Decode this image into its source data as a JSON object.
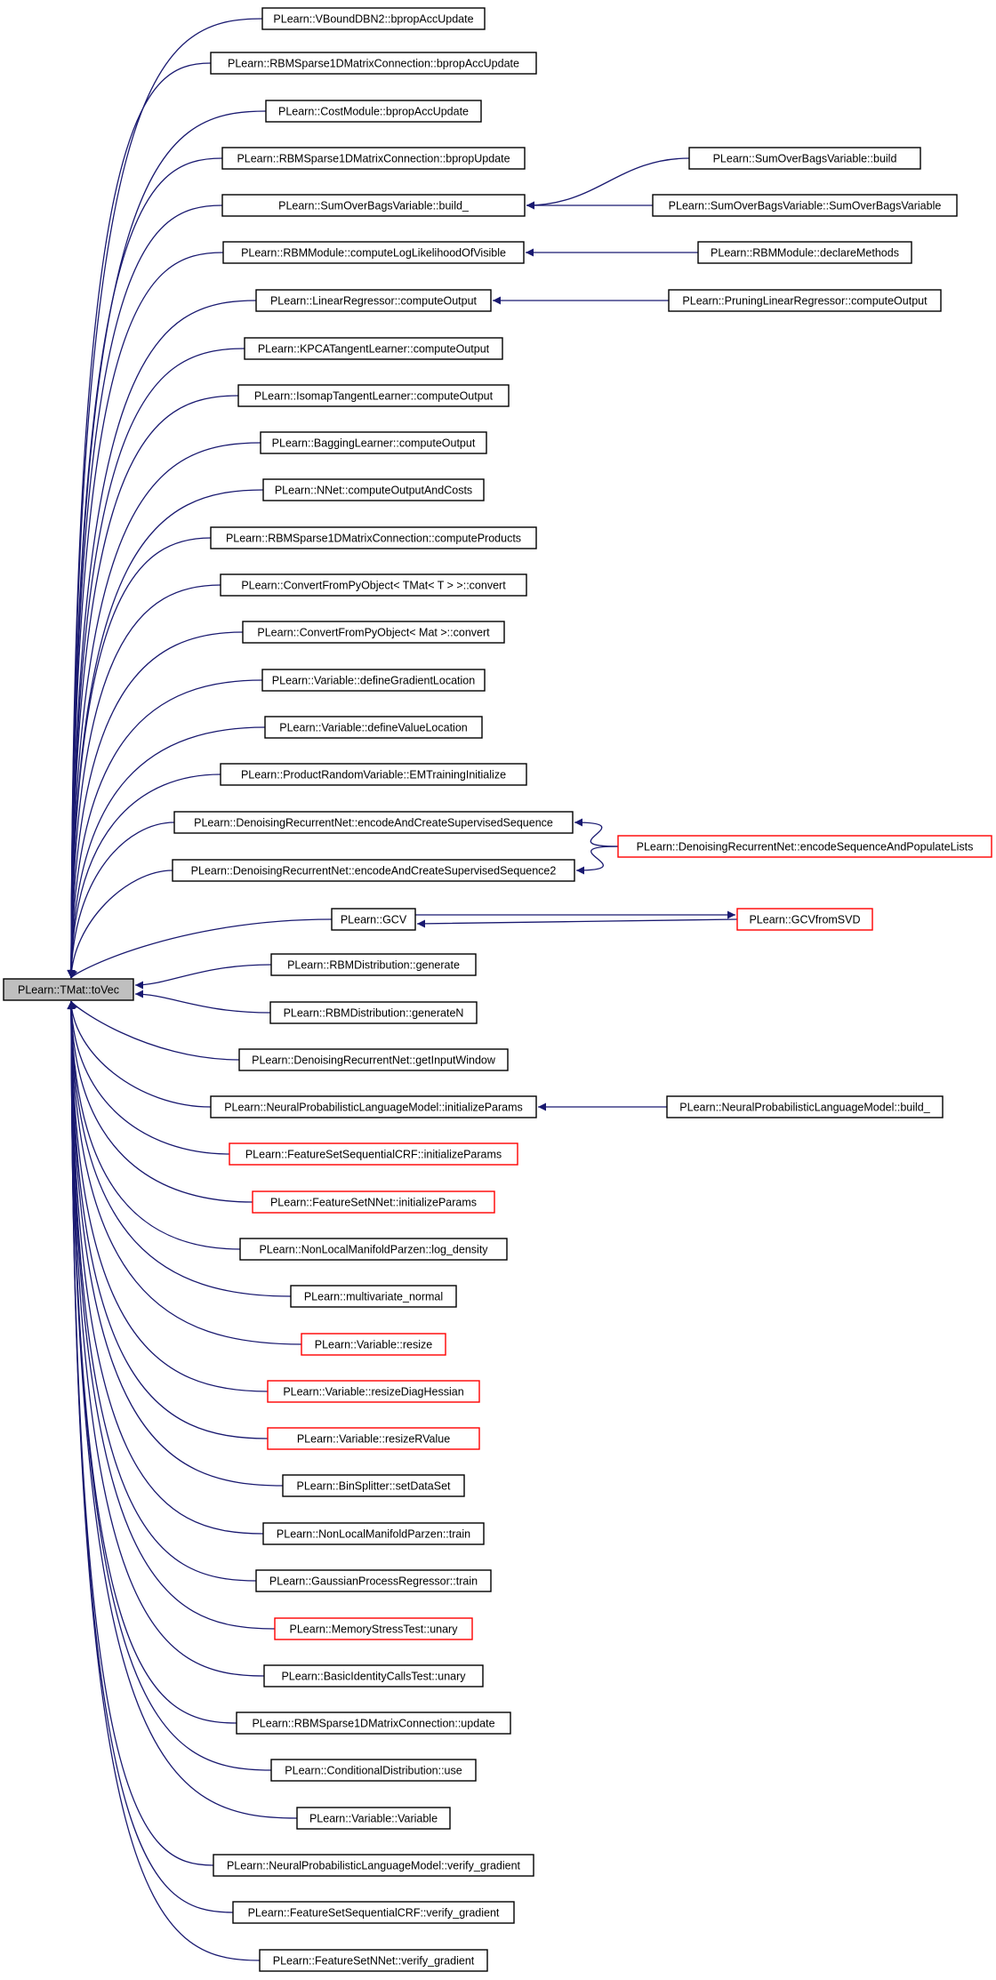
{
  "colors": {
    "edge": "#191970",
    "node_border": "#000000",
    "node_border_undocumented": "#ff0000",
    "root_fill": "#bfbfbf",
    "node_fill": "#ffffff"
  },
  "root": {
    "id": "root",
    "label": "PLearn::TMat::toVec"
  },
  "callers": [
    {
      "id": "c0",
      "label": "PLearn::VBoundDBN2::bpropAccUpdate",
      "red": false
    },
    {
      "id": "c1",
      "label": "PLearn::RBMSparse1DMatrixConnection::bpropAccUpdate",
      "red": false
    },
    {
      "id": "c2",
      "label": "PLearn::CostModule::bpropAccUpdate",
      "red": false
    },
    {
      "id": "c3",
      "label": "PLearn::RBMSparse1DMatrixConnection::bpropUpdate",
      "red": false
    },
    {
      "id": "c4",
      "label": "PLearn::SumOverBagsVariable::build_",
      "red": false
    },
    {
      "id": "c5",
      "label": "PLearn::RBMModule::computeLogLikelihoodOfVisible",
      "red": false
    },
    {
      "id": "c6",
      "label": "PLearn::LinearRegressor::computeOutput",
      "red": false
    },
    {
      "id": "c7",
      "label": "PLearn::KPCATangentLearner::computeOutput",
      "red": false
    },
    {
      "id": "c8",
      "label": "PLearn::IsomapTangentLearner::computeOutput",
      "red": false
    },
    {
      "id": "c9",
      "label": "PLearn::BaggingLearner::computeOutput",
      "red": false
    },
    {
      "id": "c10",
      "label": "PLearn::NNet::computeOutputAndCosts",
      "red": false
    },
    {
      "id": "c11",
      "label": "PLearn::RBMSparse1DMatrixConnection::computeProducts",
      "red": false
    },
    {
      "id": "c12",
      "label": "PLearn::ConvertFromPyObject< TMat< T > >::convert",
      "red": false
    },
    {
      "id": "c13",
      "label": "PLearn::ConvertFromPyObject< Mat >::convert",
      "red": false
    },
    {
      "id": "c14",
      "label": "PLearn::Variable::defineGradientLocation",
      "red": false
    },
    {
      "id": "c15",
      "label": "PLearn::Variable::defineValueLocation",
      "red": false
    },
    {
      "id": "c16",
      "label": "PLearn::ProductRandomVariable::EMTrainingInitialize",
      "red": false
    },
    {
      "id": "c17",
      "label": "PLearn::DenoisingRecurrentNet::encodeAndCreateSupervisedSequence",
      "red": false
    },
    {
      "id": "c18",
      "label": "PLearn::DenoisingRecurrentNet::encodeAndCreateSupervisedSequence2",
      "red": false
    },
    {
      "id": "c19",
      "label": "PLearn::GCV",
      "red": false
    },
    {
      "id": "c20",
      "label": "PLearn::RBMDistribution::generate",
      "red": false
    },
    {
      "id": "c21",
      "label": "PLearn::RBMDistribution::generateN",
      "red": false
    },
    {
      "id": "c22",
      "label": "PLearn::DenoisingRecurrentNet::getInputWindow",
      "red": false
    },
    {
      "id": "c23",
      "label": "PLearn::NeuralProbabilisticLanguageModel::initializeParams",
      "red": false
    },
    {
      "id": "c24",
      "label": "PLearn::FeatureSetSequentialCRF::initializeParams",
      "red": true
    },
    {
      "id": "c25",
      "label": "PLearn::FeatureSetNNet::initializeParams",
      "red": true
    },
    {
      "id": "c26",
      "label": "PLearn::NonLocalManifoldParzen::log_density",
      "red": false
    },
    {
      "id": "c27",
      "label": "PLearn::multivariate_normal",
      "red": false
    },
    {
      "id": "c28",
      "label": "PLearn::Variable::resize",
      "red": true
    },
    {
      "id": "c29",
      "label": "PLearn::Variable::resizeDiagHessian",
      "red": true
    },
    {
      "id": "c30",
      "label": "PLearn::Variable::resizeRValue",
      "red": true
    },
    {
      "id": "c31",
      "label": "PLearn::BinSplitter::setDataSet",
      "red": false
    },
    {
      "id": "c32",
      "label": "PLearn::NonLocalManifoldParzen::train",
      "red": false
    },
    {
      "id": "c33",
      "label": "PLearn::GaussianProcessRegressor::train",
      "red": false
    },
    {
      "id": "c34",
      "label": "PLearn::MemoryStressTest::unary",
      "red": true
    },
    {
      "id": "c35",
      "label": "PLearn::BasicIdentityCallsTest::unary",
      "red": false
    },
    {
      "id": "c36",
      "label": "PLearn::RBMSparse1DMatrixConnection::update",
      "red": false
    },
    {
      "id": "c37",
      "label": "PLearn::ConditionalDistribution::use",
      "red": false
    },
    {
      "id": "c38",
      "label": "PLearn::Variable::Variable",
      "red": false
    },
    {
      "id": "c39",
      "label": "PLearn::NeuralProbabilisticLanguageModel::verify_gradient",
      "red": false
    },
    {
      "id": "c40",
      "label": "PLearn::FeatureSetSequentialCRF::verify_gradient",
      "red": false
    },
    {
      "id": "c41",
      "label": "PLearn::FeatureSetNNet::verify_gradient",
      "red": false
    }
  ],
  "second_level": [
    {
      "id": "s0",
      "label": "PLearn::SumOverBagsVariable::build",
      "red": false
    },
    {
      "id": "s1",
      "label": "PLearn::SumOverBagsVariable::SumOverBagsVariable",
      "red": false
    },
    {
      "id": "s2",
      "label": "PLearn::RBMModule::declareMethods",
      "red": false
    },
    {
      "id": "s3",
      "label": "PLearn::PruningLinearRegressor::computeOutput",
      "red": false
    },
    {
      "id": "s4",
      "label": "PLearn::DenoisingRecurrentNet::encodeSequenceAndPopulateLists",
      "red": true
    },
    {
      "id": "s5",
      "label": "PLearn::GCVfromSVD",
      "red": true
    },
    {
      "id": "s6",
      "label": "PLearn::NeuralProbabilisticLanguageModel::build_",
      "red": false
    }
  ],
  "edges": [
    {
      "from": "s0",
      "to": "c4"
    },
    {
      "from": "s1",
      "to": "c4"
    },
    {
      "from": "s2",
      "to": "c5"
    },
    {
      "from": "s3",
      "to": "c6"
    },
    {
      "from": "s4",
      "to": "c17"
    },
    {
      "from": "s4",
      "to": "c18"
    },
    {
      "from": "s5",
      "to": "c19"
    },
    {
      "from": "c19",
      "to": "s5"
    },
    {
      "from": "s6",
      "to": "c23"
    }
  ]
}
